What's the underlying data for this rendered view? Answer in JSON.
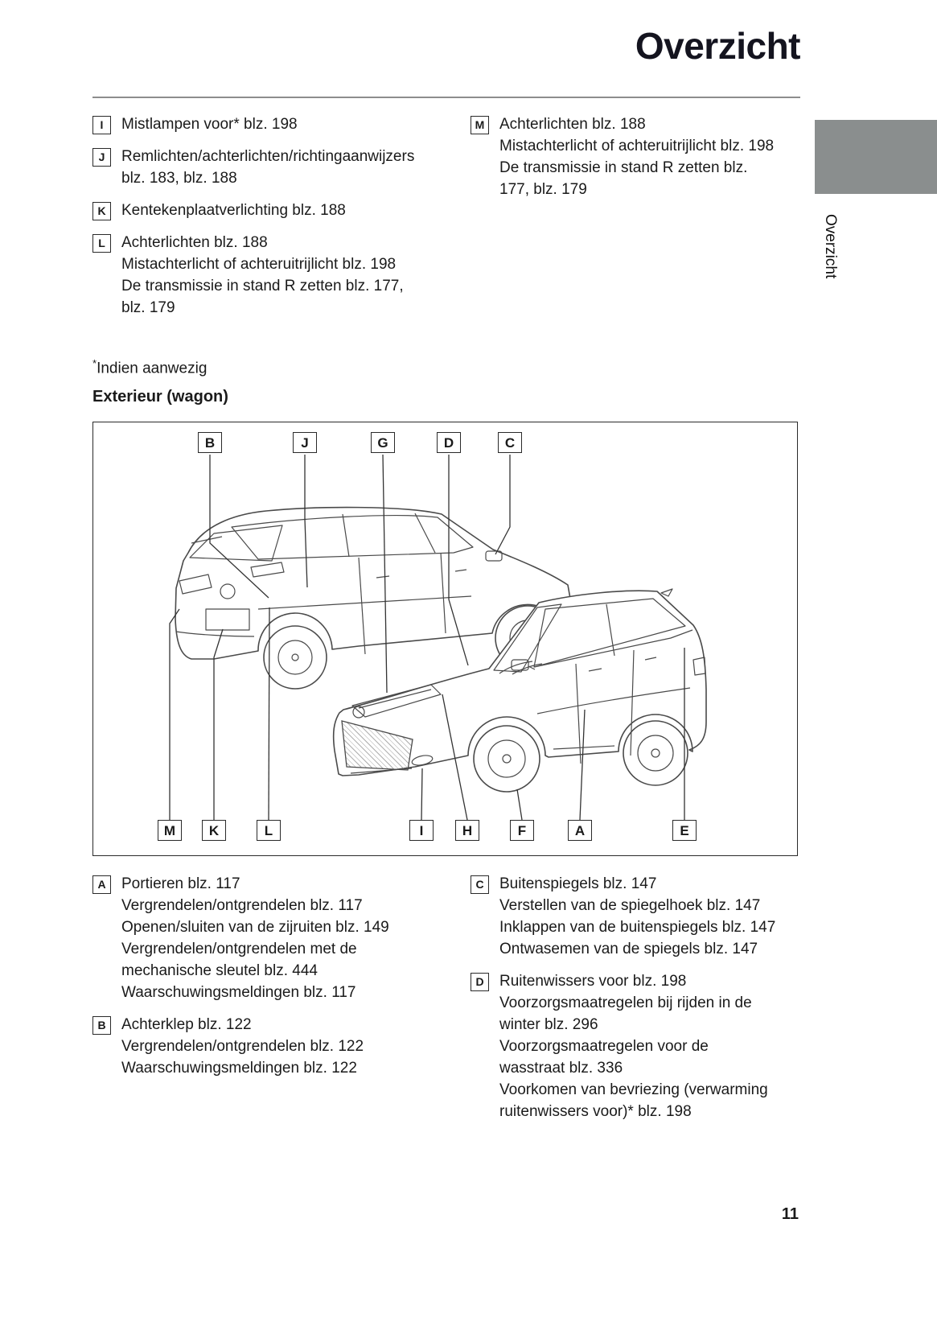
{
  "header": {
    "title": "Overzicht"
  },
  "side_tab": {
    "label": "Overzicht"
  },
  "top_sections": {
    "left": [
      {
        "letter": "I",
        "lines": [
          "Mistlampen voor* blz. 198"
        ]
      },
      {
        "letter": "J",
        "lines": [
          "Remlichten/achterlichten/richtingaanwijzers blz. 183, blz. 188"
        ]
      },
      {
        "letter": "K",
        "lines": [
          "Kentekenplaatverlichting blz. 188"
        ]
      },
      {
        "letter": "L",
        "lines": [
          "Achterlichten blz. 188",
          "Mistachterlicht of achteruitrijlicht blz. 198",
          "De transmissie in stand R zetten blz. 177, blz. 179"
        ]
      }
    ],
    "right": [
      {
        "letter": "M",
        "lines": [
          "Achterlichten blz. 188",
          "Mistachterlicht of achteruitrijlicht blz. 198",
          "De transmissie in stand R zetten blz. 177, blz. 179"
        ]
      }
    ]
  },
  "footnote": {
    "mark": "*",
    "text": "Indien aanwezig"
  },
  "section_heading": "Exterieur (wagon)",
  "figure": {
    "top_labels": [
      "B",
      "J",
      "G",
      "D",
      "C"
    ],
    "bottom_labels": [
      "M",
      "K",
      "L",
      "I",
      "H",
      "F",
      "A",
      "E"
    ]
  },
  "bottom_sections": {
    "left": [
      {
        "letter": "A",
        "lines": [
          "Portieren blz. 117",
          "Vergrendelen/ontgrendelen blz. 117",
          "Openen/sluiten van de zijruiten blz. 149",
          "Vergrendelen/ontgrendelen met de mechanische sleutel blz. 444",
          "Waarschuwingsmeldingen blz. 117"
        ]
      },
      {
        "letter": "B",
        "lines": [
          "Achterklep blz. 122",
          "Vergrendelen/ontgrendelen blz. 122",
          "Waarschuwingsmeldingen blz. 122"
        ]
      }
    ],
    "right": [
      {
        "letter": "C",
        "lines": [
          "Buitenspiegels blz. 147",
          "Verstellen van de spiegelhoek blz. 147",
          "Inklappen van de buitenspiegels blz. 147",
          "Ontwasemen van de spiegels blz. 147"
        ]
      },
      {
        "letter": "D",
        "lines": [
          "Ruitenwissers voor blz. 198",
          "Voorzorgsmaatregelen bij rijden in de winter blz. 296",
          "Voorzorgsmaatregelen voor de wasstraat blz. 336",
          "Voorkomen van bevriezing (verwarming ruitenwissers voor)* blz. 198"
        ]
      }
    ]
  },
  "page_number": "11",
  "colors": {
    "tab_gray": "#8a8e8e",
    "title_ink": "#14141f"
  }
}
